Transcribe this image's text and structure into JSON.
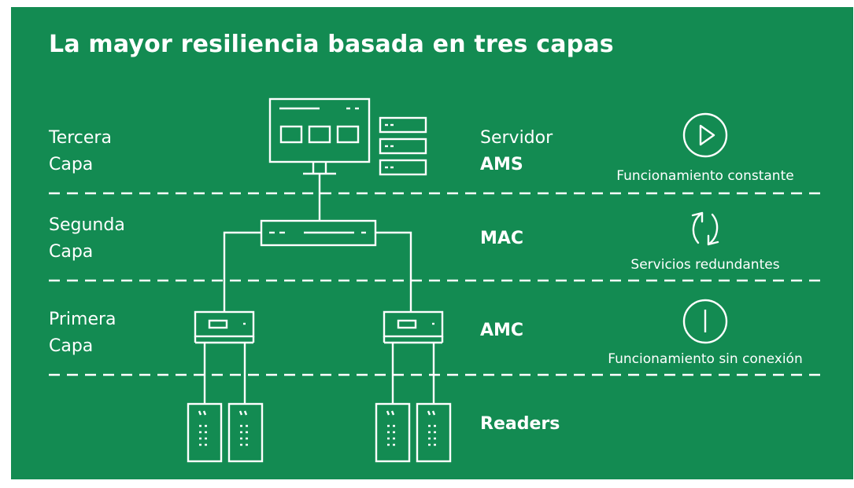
{
  "title": "La mayor resiliencia basada en tres capas",
  "layers": [
    {
      "line1": "Tercera",
      "line2": "Capa"
    },
    {
      "line1": "Segunda",
      "line2": "Capa"
    },
    {
      "line1": "Primera",
      "line2": "Capa"
    }
  ],
  "components": {
    "servidor": "Servidor",
    "ams": "AMS",
    "mac": "MAC",
    "amc": "AMC",
    "readers": "Readers"
  },
  "features": [
    {
      "icon": "play-circle-icon",
      "label": "Funcionamiento constante"
    },
    {
      "icon": "refresh-cycle-icon",
      "label": "Servicios redundantes"
    },
    {
      "icon": "power-circle-icon",
      "label": "Funcionamiento sin conexión"
    }
  ],
  "colors": {
    "background": "#138b52",
    "foreground": "#ffffff",
    "page": "#ffffff"
  }
}
